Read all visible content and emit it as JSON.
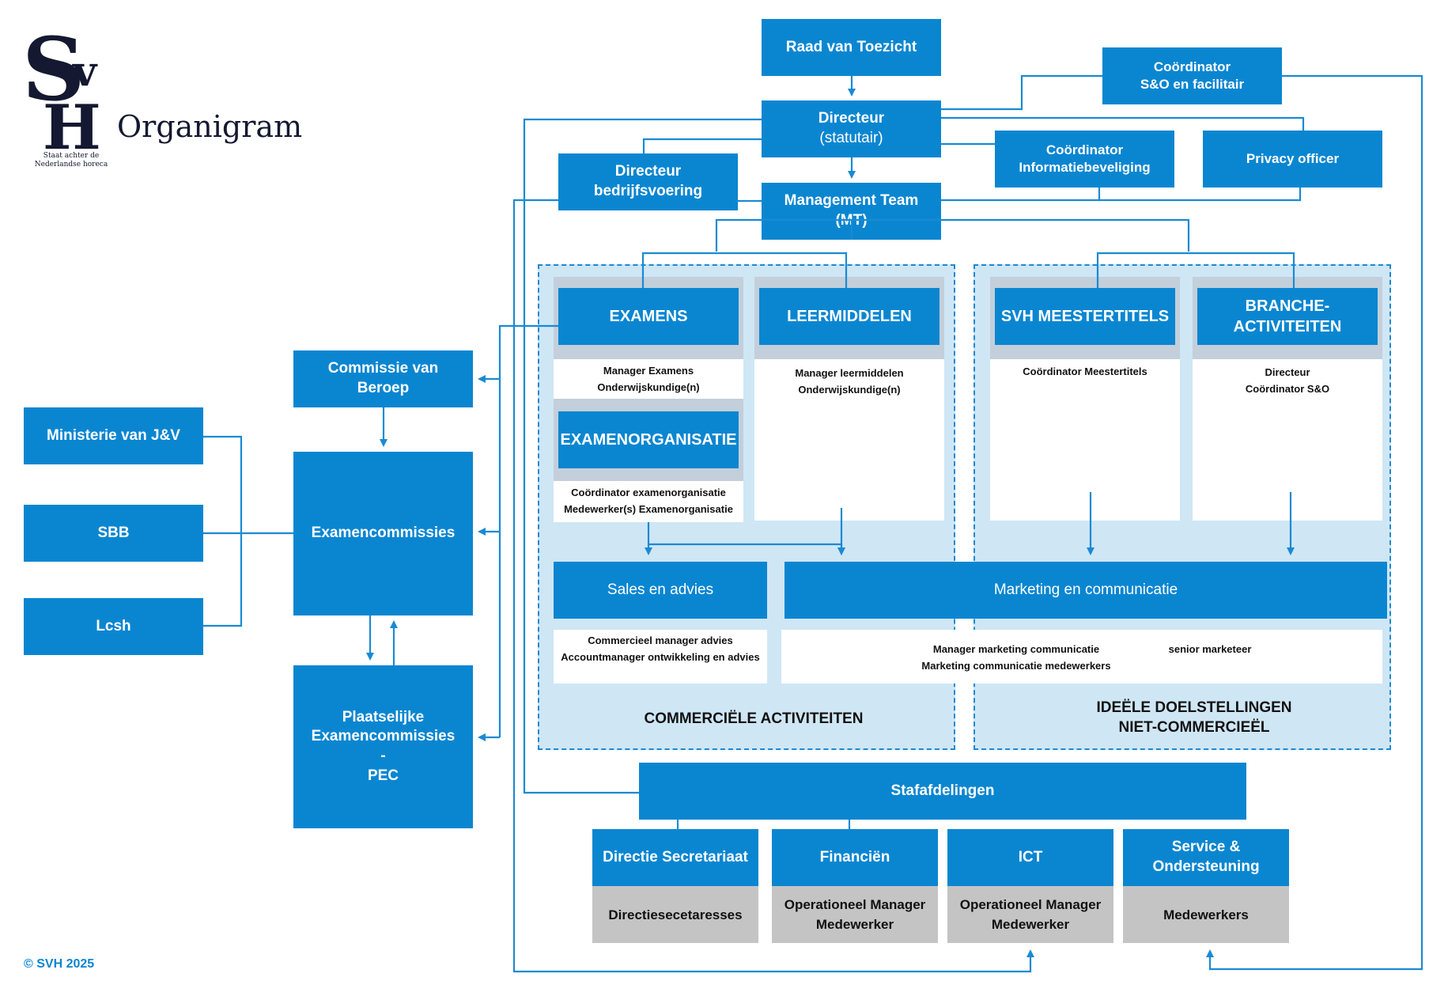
{
  "logo": {
    "monogram": "SvH",
    "tagline_1": "Staat achter de",
    "tagline_2": "Nederlandse horeca"
  },
  "title": "Organigram",
  "copyright": "© SVH 2025",
  "colors": {
    "box": "#0a86d1",
    "zone": "#cfe6f5",
    "line": "#1a8ad3",
    "staff_row": "#c4c4c4",
    "logo": "#141830"
  },
  "top": {
    "raad": "Raad van Toezicht",
    "directeur": [
      "Directeur",
      "(statutair)"
    ],
    "directeur_bedrijfsvoering": [
      "Directeur",
      "bedrijfsvoering"
    ],
    "mt": [
      "Management Team",
      "(MT)"
    ],
    "coordinator_so": [
      "Coördinator",
      "S&O en facilitair"
    ],
    "coordinator_info": [
      "Coördinator",
      "Informatiebeveliging"
    ],
    "privacy": "Privacy officer"
  },
  "left": {
    "ministerie": "Ministerie van J&V",
    "sbb": "SBB",
    "lcsh": "Lcsh",
    "commissie_beroep": [
      "Commissie van",
      "Beroep"
    ],
    "examencommissies": "Examencommissies",
    "pec": [
      "Plaatselijke",
      "Examencommissies",
      "-",
      "PEC"
    ]
  },
  "commercial": {
    "label": "COMMERCIËLE ACTIVITEITEN",
    "examens": {
      "title": "EXAMENS",
      "staff": [
        "Manager Examens",
        "Onderwijskundige(n)"
      ]
    },
    "examenorganisatie": {
      "title": "EXAMENORGANISATIE",
      "staff": [
        "Coördinator examenorganisatie",
        "Medewerker(s) Examenorganisatie"
      ]
    },
    "leermiddelen": {
      "title": "LEERMIDDELEN",
      "staff": [
        "Manager leermiddelen",
        "Onderwijskundige(n)"
      ]
    },
    "sales": {
      "title": "Sales en advies",
      "staff": [
        "Commercieel manager advies",
        "Accountmanager ontwikkeling en advies"
      ]
    }
  },
  "ideal": {
    "label": [
      "IDEËLE DOELSTELLINGEN",
      "NIET-COMMERCIEËL"
    ],
    "meestertitels": {
      "title": "SVH MEESTERTITELS",
      "staff": [
        "Coördinator Meestertitels"
      ]
    },
    "branche": {
      "title": [
        "BRANCHE-",
        "ACTIVITEITEN"
      ],
      "staff": [
        "Directeur",
        "Coördinator S&O"
      ]
    }
  },
  "marketing": {
    "title": "Marketing en communicatie",
    "staff_left": [
      "Manager marketing communicatie",
      "Marketing communicatie medewerkers"
    ],
    "staff_right": "senior marketeer"
  },
  "staf": {
    "title": "Stafafdelingen",
    "departments": [
      {
        "title": [
          "Directie Secretariaat"
        ],
        "staff": [
          "Directiesecetaresses"
        ]
      },
      {
        "title": [
          "Financiën"
        ],
        "staff": [
          "Operationeel Manager",
          "Medewerker"
        ]
      },
      {
        "title": [
          "ICT"
        ],
        "staff": [
          "Operationeel Manager",
          "Medewerker"
        ]
      },
      {
        "title": [
          "Service &",
          "Ondersteuning"
        ],
        "staff": [
          "Medewerkers"
        ]
      }
    ]
  }
}
